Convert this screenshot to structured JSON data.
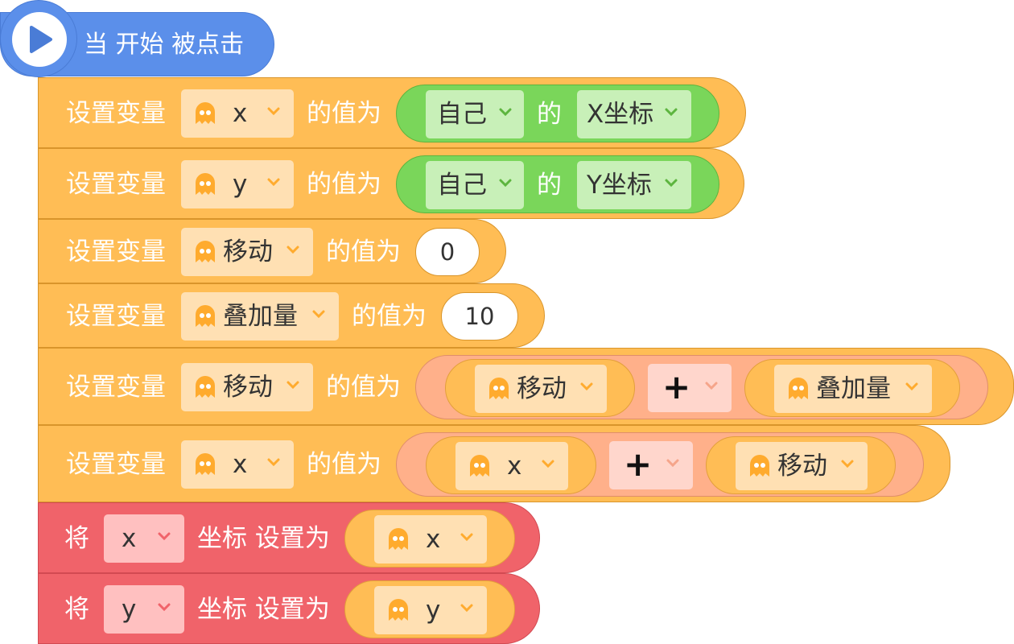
{
  "hat": {
    "label": "当 开始 被点击"
  },
  "blocks": [
    {
      "action": "设置变量",
      "var": "x",
      "of": "的值为",
      "sprite": "自己",
      "de": "的",
      "prop": "X坐标"
    },
    {
      "action": "设置变量",
      "var": "y",
      "of": "的值为",
      "sprite": "自己",
      "de": "的",
      "prop": "Y坐标"
    },
    {
      "action": "设置变量",
      "var": "移动",
      "of": "的值为",
      "value": "0"
    },
    {
      "action": "设置变量",
      "var": "叠加量",
      "of": "的值为",
      "value": "10"
    },
    {
      "action": "设置变量",
      "var": "移动",
      "of": "的值为",
      "left": "移动",
      "op": "+",
      "right": "叠加量"
    },
    {
      "action": "设置变量",
      "var": "x",
      "of": "的值为",
      "left": "x",
      "op": "+",
      "right": "移动"
    },
    {
      "action": "将",
      "axis": "x",
      "mid": "坐标 设置为",
      "val": "x"
    },
    {
      "action": "将",
      "axis": "y",
      "mid": "坐标 设置为",
      "val": "y"
    }
  ],
  "colors": {
    "events": "#5b8fea",
    "variables": "#ffbd55",
    "sensing": "#7ad65a",
    "operators": "#ffb08a",
    "motion": "#f0636a"
  }
}
